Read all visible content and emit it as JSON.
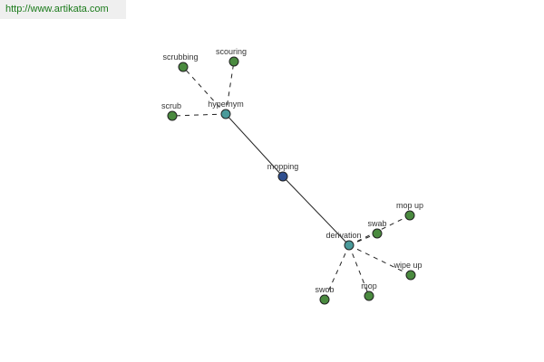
{
  "site_url": "http://www.artikata.com",
  "colors": {
    "banner_text": "#1a7a1a",
    "banner_bg": "#efefef",
    "center_node": "#2f4f8f",
    "relation_node": "#4a9a9a",
    "leaf_node": "#4a8a3f",
    "edge": "#222222"
  },
  "graph": {
    "center": {
      "label": "mopping"
    },
    "relations": [
      {
        "id": "hypernym",
        "label": "hypernym",
        "terms": [
          "scrubbing",
          "scouring",
          "scrub"
        ]
      },
      {
        "id": "derivation",
        "label": "derivation",
        "terms": [
          "mop up",
          "swab",
          "wipe up",
          "mop",
          "swob"
        ]
      }
    ]
  }
}
